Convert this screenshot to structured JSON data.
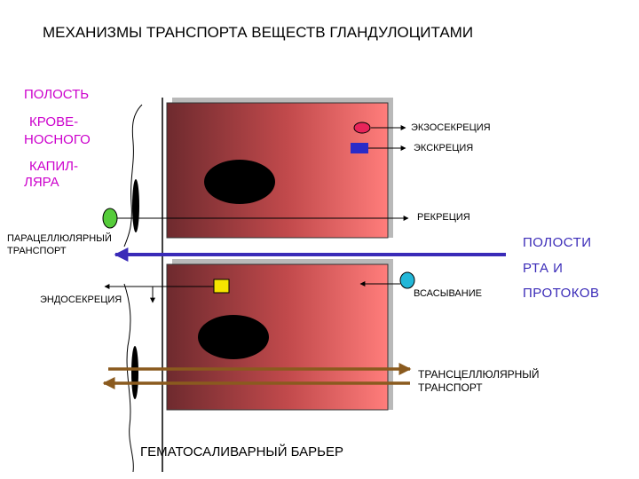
{
  "title": "МЕХАНИЗМЫ ТРАНСПОРТА ВЕЩЕСТВ  ГЛАНДУЛОЦИТАМИ",
  "capillary_label": [
    "ПОЛОСТЬ",
    "КРОВЕ-",
    "НОСНОГО",
    "КАПИЛ-",
    "ЛЯРА"
  ],
  "lumen_label": [
    "ПОЛОСТИ",
    "РТА  И",
    "ПРОТОКОВ"
  ],
  "processes": {
    "exocrine": "ЭКЗОСЕКРЕЦИЯ",
    "excretion": "ЭКСКРЕЦИЯ",
    "recretion": "РЕКРЕЦИЯ",
    "paracellular": [
      "ПАРАЦЕЛЛЮЛЯРНЫЙ",
      "ТРАНСПОРТ"
    ],
    "endocrine": "ЭНДОСЕКРЕЦИЯ",
    "absorption": "ВСАСЫВАНИЕ",
    "transcellular": [
      "ТРАНСЦЕЛЛЮЛЯРНЫЙ",
      "ТРАНСПОРТ"
    ]
  },
  "barrier_label": "ГЕМАТОСАЛИВАРНЫЙ  БАРЬЕР",
  "colors": {
    "cell_dark": "#6e2a2e",
    "cell_light": "#ff7b7b",
    "paracellular_arrow": "#3a2bb8",
    "transcellular_arrow": "#8a5a1e",
    "exo_granule": "#e8245a",
    "excretion_granule": "#2a2bc8",
    "recretion_granule": "#55cc3a",
    "endo_granule": "#f5e400",
    "absorption_granule": "#22b7d8"
  }
}
